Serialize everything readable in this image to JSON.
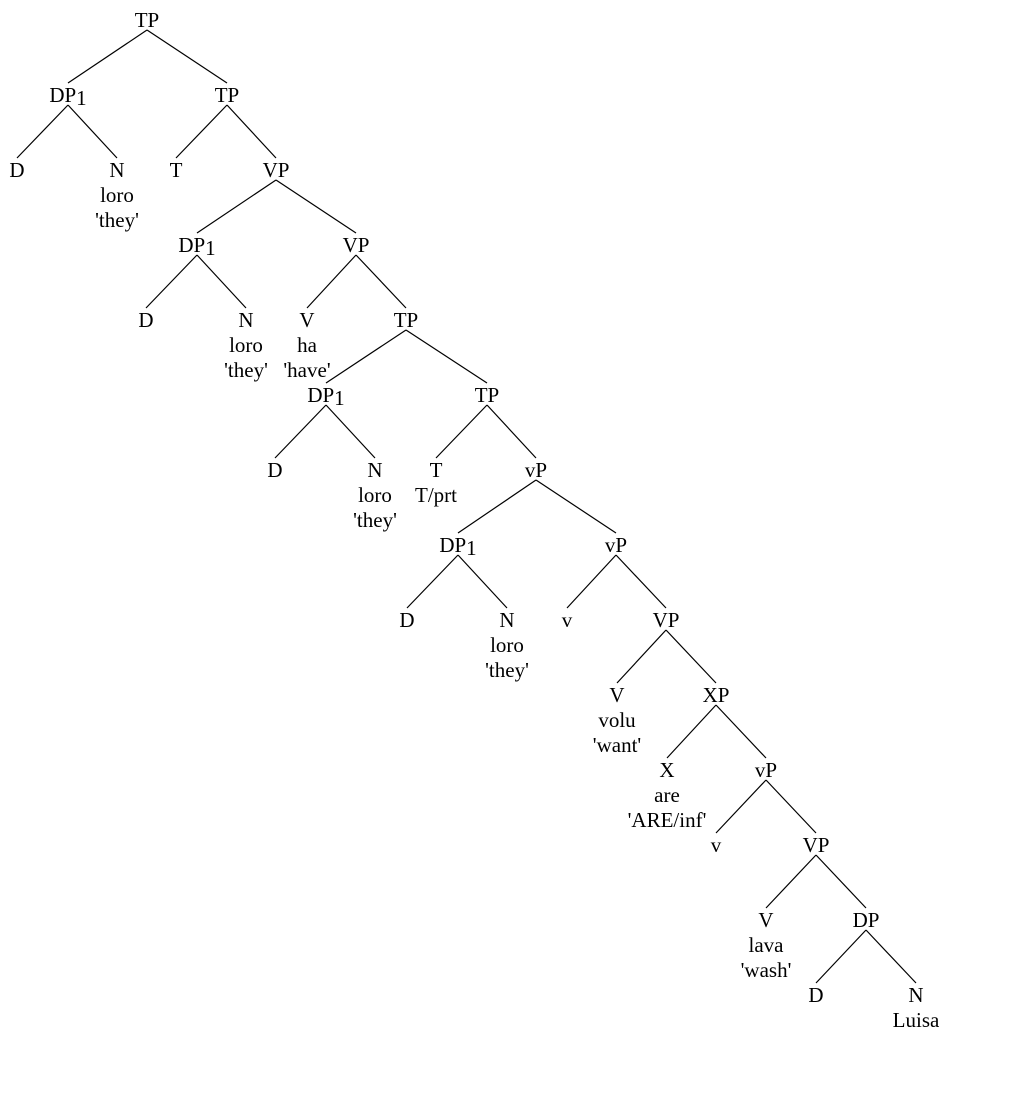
{
  "diagram": {
    "type": "syntax-tree",
    "subscript": "1",
    "nodes": [
      {
        "id": "tp0",
        "label": "TP"
      },
      {
        "id": "dp1",
        "label": "DP",
        "sub": "1"
      },
      {
        "id": "d1",
        "label": "D"
      },
      {
        "id": "n1",
        "label": "N",
        "words": [
          "loro",
          "'they'"
        ]
      },
      {
        "id": "tp1",
        "label": "TP"
      },
      {
        "id": "t1",
        "label": "T"
      },
      {
        "id": "vp1",
        "label": "VP"
      },
      {
        "id": "dp2",
        "label": "DP",
        "sub": "1"
      },
      {
        "id": "d2",
        "label": "D"
      },
      {
        "id": "n2",
        "label": "N",
        "words": [
          "loro",
          "'they'"
        ]
      },
      {
        "id": "vp2",
        "label": "VP"
      },
      {
        "id": "v1",
        "label": "V",
        "words": [
          "ha",
          "'have'"
        ]
      },
      {
        "id": "tp2",
        "label": "TP"
      },
      {
        "id": "dp3",
        "label": "DP",
        "sub": "1"
      },
      {
        "id": "d3",
        "label": "D"
      },
      {
        "id": "n3",
        "label": "N",
        "words": [
          "loro",
          "'they'"
        ]
      },
      {
        "id": "tp3",
        "label": "TP"
      },
      {
        "id": "t2",
        "label": "T",
        "words": [
          "T/prt"
        ]
      },
      {
        "id": "lvp1",
        "label": "vP"
      },
      {
        "id": "dp4",
        "label": "DP",
        "sub": "1"
      },
      {
        "id": "d4",
        "label": "D"
      },
      {
        "id": "n4",
        "label": "N",
        "words": [
          "loro",
          "'they'"
        ]
      },
      {
        "id": "lvp2",
        "label": "vP"
      },
      {
        "id": "lv1",
        "label": "v"
      },
      {
        "id": "vp3",
        "label": "VP"
      },
      {
        "id": "v2",
        "label": "V",
        "words": [
          "volu",
          "'want'"
        ]
      },
      {
        "id": "xp",
        "label": "XP"
      },
      {
        "id": "x",
        "label": "X",
        "words": [
          "are",
          "'ARE/inf'"
        ]
      },
      {
        "id": "lvp3",
        "label": "vP"
      },
      {
        "id": "lv2",
        "label": "v"
      },
      {
        "id": "vp4",
        "label": "VP"
      },
      {
        "id": "v3",
        "label": "V",
        "words": [
          "lava",
          "'wash'"
        ]
      },
      {
        "id": "dp5",
        "label": "DP"
      },
      {
        "id": "d5",
        "label": "D"
      },
      {
        "id": "n5",
        "label": "N",
        "words": [
          "Luisa"
        ]
      }
    ],
    "edges": [
      [
        "tp0",
        "dp1"
      ],
      [
        "tp0",
        "tp1"
      ],
      [
        "dp1",
        "d1"
      ],
      [
        "dp1",
        "n1"
      ],
      [
        "tp1",
        "t1"
      ],
      [
        "tp1",
        "vp1"
      ],
      [
        "vp1",
        "dp2"
      ],
      [
        "vp1",
        "vp2"
      ],
      [
        "dp2",
        "d2"
      ],
      [
        "dp2",
        "n2"
      ],
      [
        "vp2",
        "v1"
      ],
      [
        "vp2",
        "tp2"
      ],
      [
        "tp2",
        "dp3"
      ],
      [
        "tp2",
        "tp3"
      ],
      [
        "dp3",
        "d3"
      ],
      [
        "dp3",
        "n3"
      ],
      [
        "tp3",
        "t2"
      ],
      [
        "tp3",
        "lvp1"
      ],
      [
        "lvp1",
        "dp4"
      ],
      [
        "lvp1",
        "lvp2"
      ],
      [
        "dp4",
        "d4"
      ],
      [
        "dp4",
        "n4"
      ],
      [
        "lvp2",
        "lv1"
      ],
      [
        "lvp2",
        "vp3"
      ],
      [
        "vp3",
        "v2"
      ],
      [
        "vp3",
        "xp"
      ],
      [
        "xp",
        "x"
      ],
      [
        "xp",
        "lvp3"
      ],
      [
        "lvp3",
        "lv2"
      ],
      [
        "lvp3",
        "vp4"
      ],
      [
        "vp4",
        "v3"
      ],
      [
        "vp4",
        "dp5"
      ],
      [
        "dp5",
        "d5"
      ],
      [
        "dp5",
        "n5"
      ]
    ]
  }
}
